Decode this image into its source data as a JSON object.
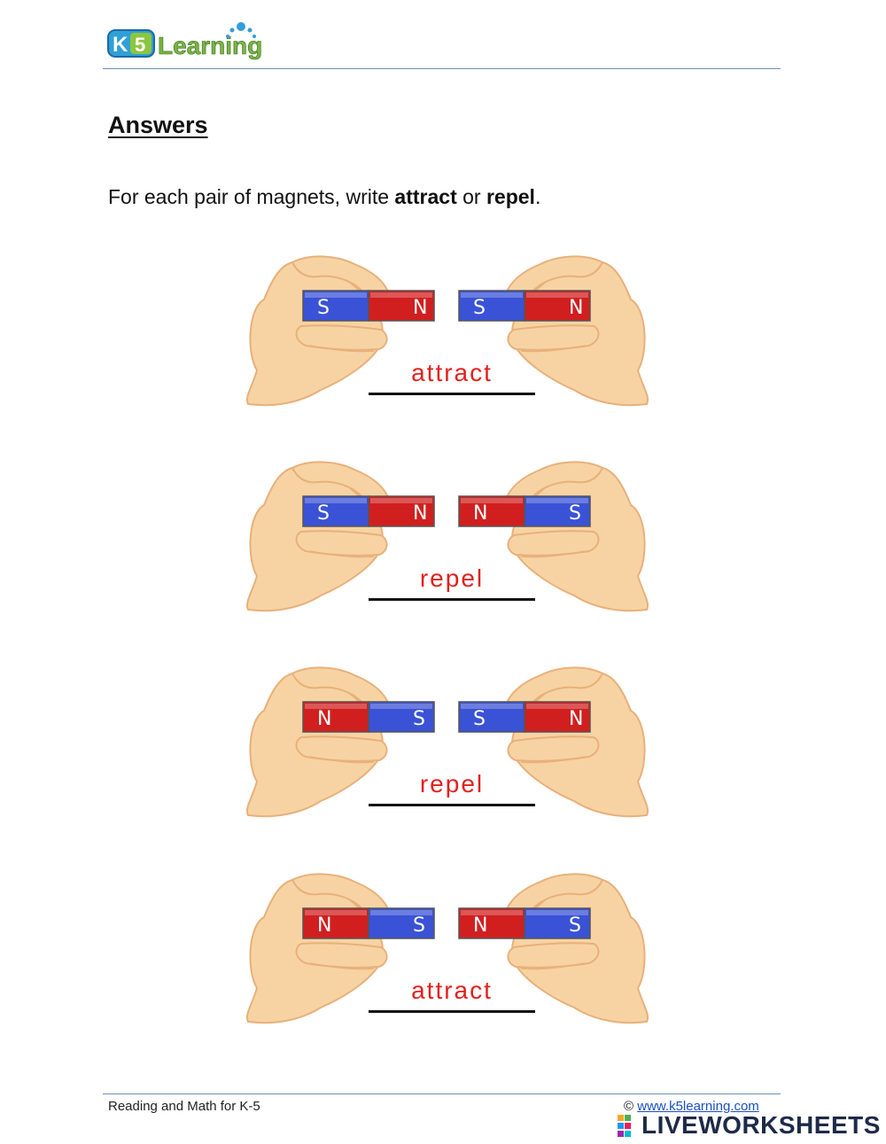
{
  "header": {
    "logo_text": "K5 Learning"
  },
  "page": {
    "title": "Answers",
    "instruction": {
      "before": "For each pair of magnets, write ",
      "word1": "attract",
      "middle": " or ",
      "word2": "repel",
      "after": "."
    }
  },
  "pairs": [
    {
      "left": [
        "S",
        "N"
      ],
      "right": [
        "S",
        "N"
      ],
      "answer": "attract"
    },
    {
      "left": [
        "S",
        "N"
      ],
      "right": [
        "N",
        "S"
      ],
      "answer": "repel"
    },
    {
      "left": [
        "N",
        "S"
      ],
      "right": [
        "S",
        "N"
      ],
      "answer": "repel"
    },
    {
      "left": [
        "N",
        "S"
      ],
      "right": [
        "N",
        "S"
      ],
      "answer": "attract"
    }
  ],
  "footer": {
    "left": "Reading and Math for K-5",
    "copyright": "©",
    "url": "www.k5learning.com",
    "brand": "LIVEWORKSHEETS"
  },
  "colors": {
    "north": "#d11f1f",
    "south": "#3a52d6",
    "answer": "#e3201d",
    "skin": "#f7d3a3",
    "rule": "#6f8fb3"
  }
}
